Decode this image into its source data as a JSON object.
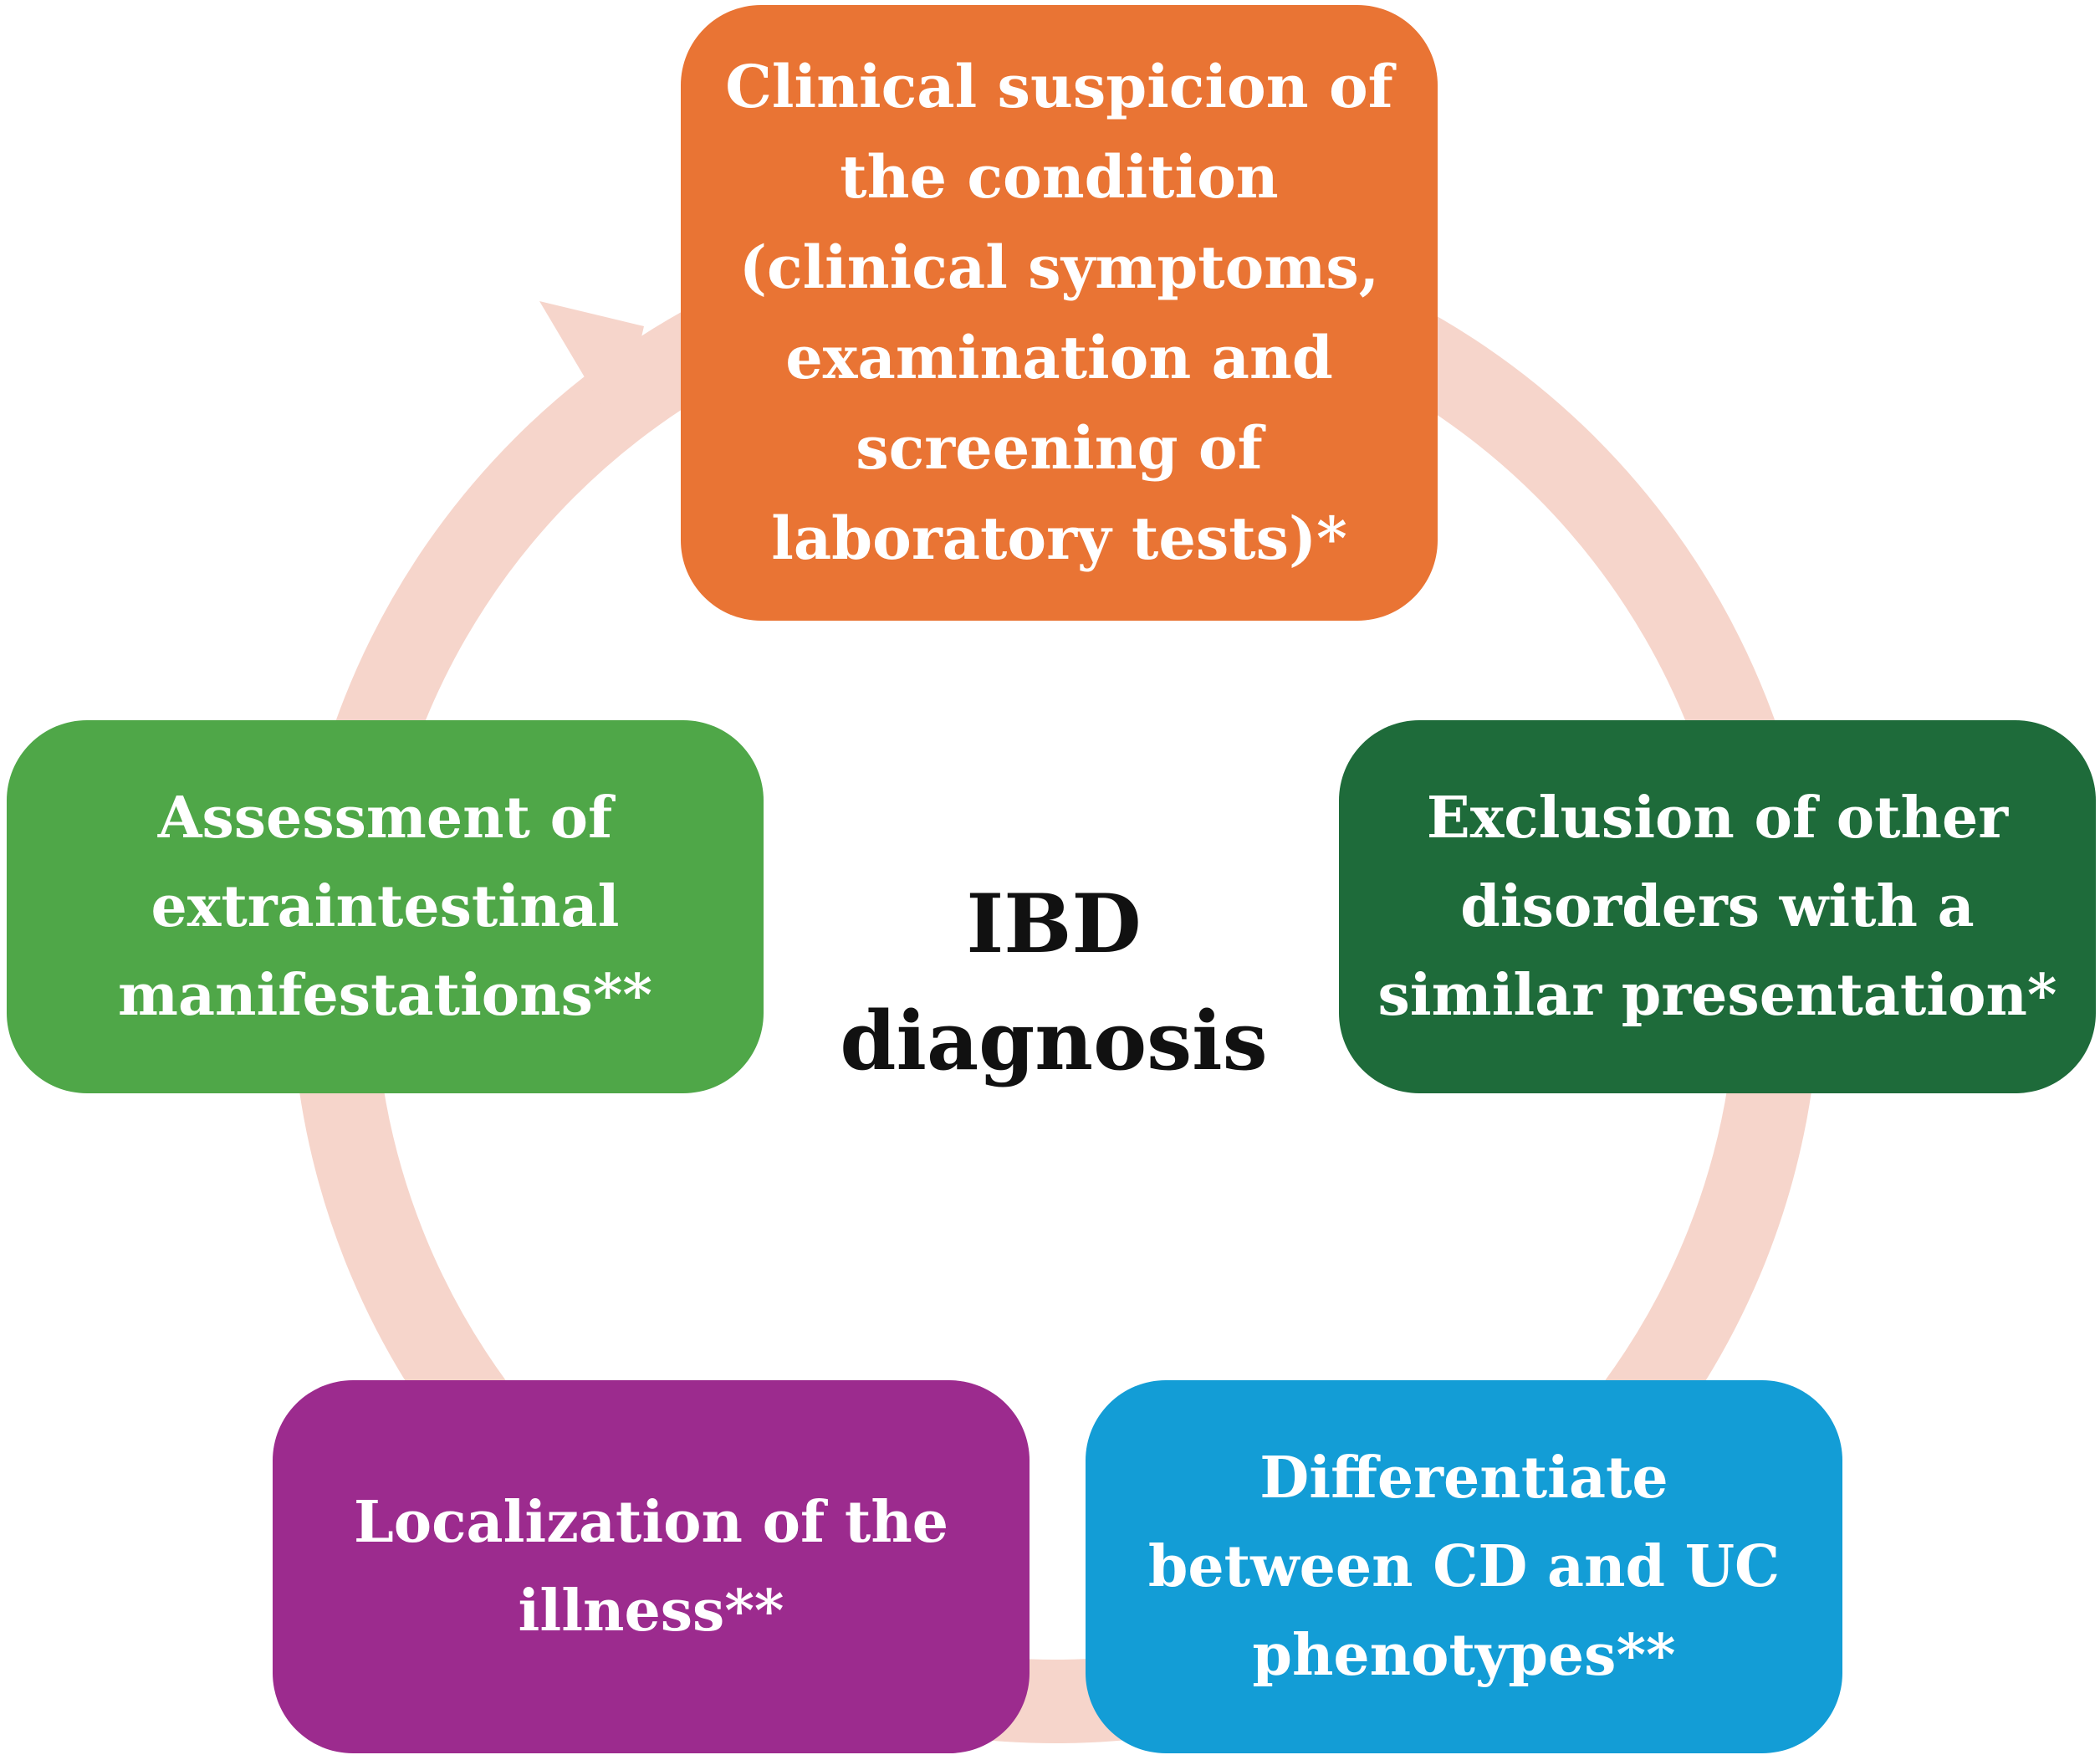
{
  "center": {
    "title": "IBD\ndiagnosis"
  },
  "steps": [
    {
      "id": "top",
      "text": "Clinical suspicion of\nthe condition\n(clinical symptoms,\nexamination and\nscreening of\nlaboratory tests)*",
      "color": "#E97434"
    },
    {
      "id": "right",
      "text": "Exclusion of other\ndisorders with a\nsimilar presentation*",
      "color": "#1E6B3A"
    },
    {
      "id": "bottom-right",
      "text": "Differentiate\nbetween CD and UC\nphenotypes**",
      "color": "#139DD6"
    },
    {
      "id": "bottom-left",
      "text": "Localization of the\nillness**",
      "color": "#9C2B8E"
    },
    {
      "id": "left",
      "text": "Assessment of\nextraintestinal\nmanifestations**",
      "color": "#4FA748"
    }
  ],
  "ring": {
    "color": "#F6D5CB"
  }
}
